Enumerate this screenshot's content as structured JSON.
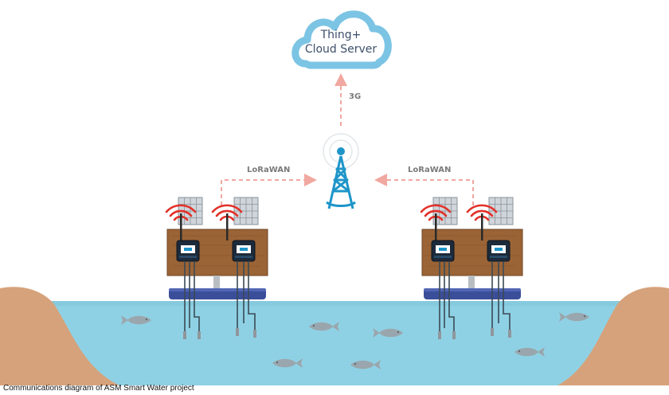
{
  "cloud": {
    "line1": "Thing+",
    "line2": "Cloud Server"
  },
  "links": {
    "uplink": "3G",
    "left": "LoRaWAN",
    "right": "LoRaWAN"
  },
  "caption": "Communications diagram of ASM Smart Water project",
  "colors": {
    "cloud": "#7cc4e4",
    "tower": "#1e95c9",
    "arrow": "#f0a8a0",
    "signal": "#e2322a",
    "board": "#9b6436",
    "pontoon": "#3b4e9a",
    "water": "#8fd1e4",
    "bank": "#d6a27b",
    "fish": "#9aa6ad"
  },
  "icons": [
    "cloud-icon",
    "cell-tower-icon",
    "solar-panel-icon",
    "wireless-signal-icon",
    "sensor-node-icon",
    "fish-icon"
  ]
}
